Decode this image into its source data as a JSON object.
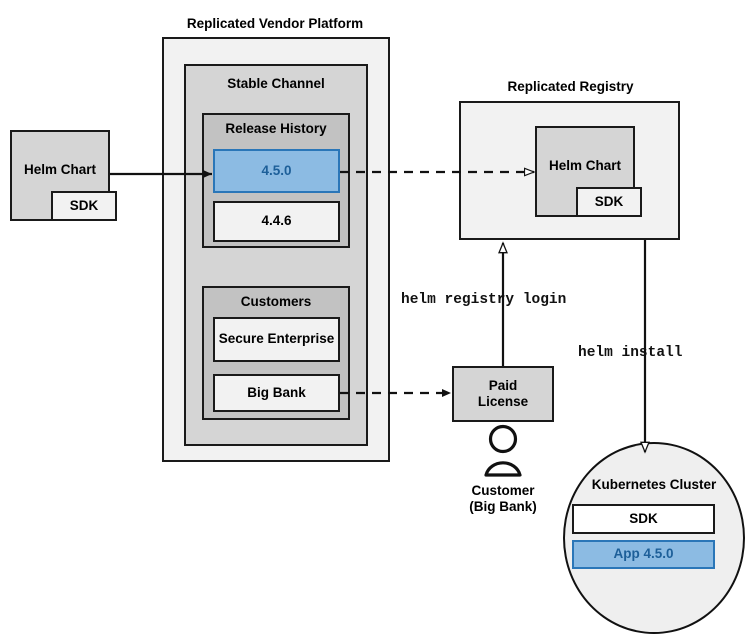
{
  "diagram": {
    "title_vendor_platform": "Replicated Vendor Platform",
    "title_registry": "Replicated Registry",
    "stable_channel": "Stable Channel",
    "release_history": "Release History",
    "customers": "Customers",
    "kubernetes_cluster": "Kubernetes Cluster"
  },
  "source_chart": {
    "name": "Helm Chart",
    "sdk": "SDK"
  },
  "releases": [
    {
      "version": "4.5.0",
      "highlighted": true
    },
    {
      "version": "4.4.6",
      "highlighted": false
    }
  ],
  "customers": [
    {
      "name": "Secure\nEnterprise"
    },
    {
      "name": "Big Bank"
    }
  ],
  "registry_chart": {
    "name": "Helm Chart",
    "sdk": "SDK"
  },
  "license": {
    "label": "Paid\nLicense"
  },
  "customer_actor": {
    "label": "Customer\n(Big Bank)",
    "icon": "person-icon"
  },
  "cluster": {
    "title": "Kubernetes Cluster",
    "items": [
      {
        "label": "SDK",
        "highlighted": false
      },
      {
        "label": "App 4.5.0",
        "highlighted": true
      }
    ]
  },
  "commands": {
    "registry_login": "helm registry login",
    "install": "helm install"
  },
  "colors": {
    "accent_blue_fill": "#8cbbe3",
    "accent_blue_border": "#2a76b8",
    "accent_blue_text": "#1d5f99",
    "panel_near_white": "#f2f2f2",
    "panel_gray": "#d5d5d5",
    "panel_gray_dark": "#c2c2c2",
    "stroke": "#1a1a1a"
  }
}
